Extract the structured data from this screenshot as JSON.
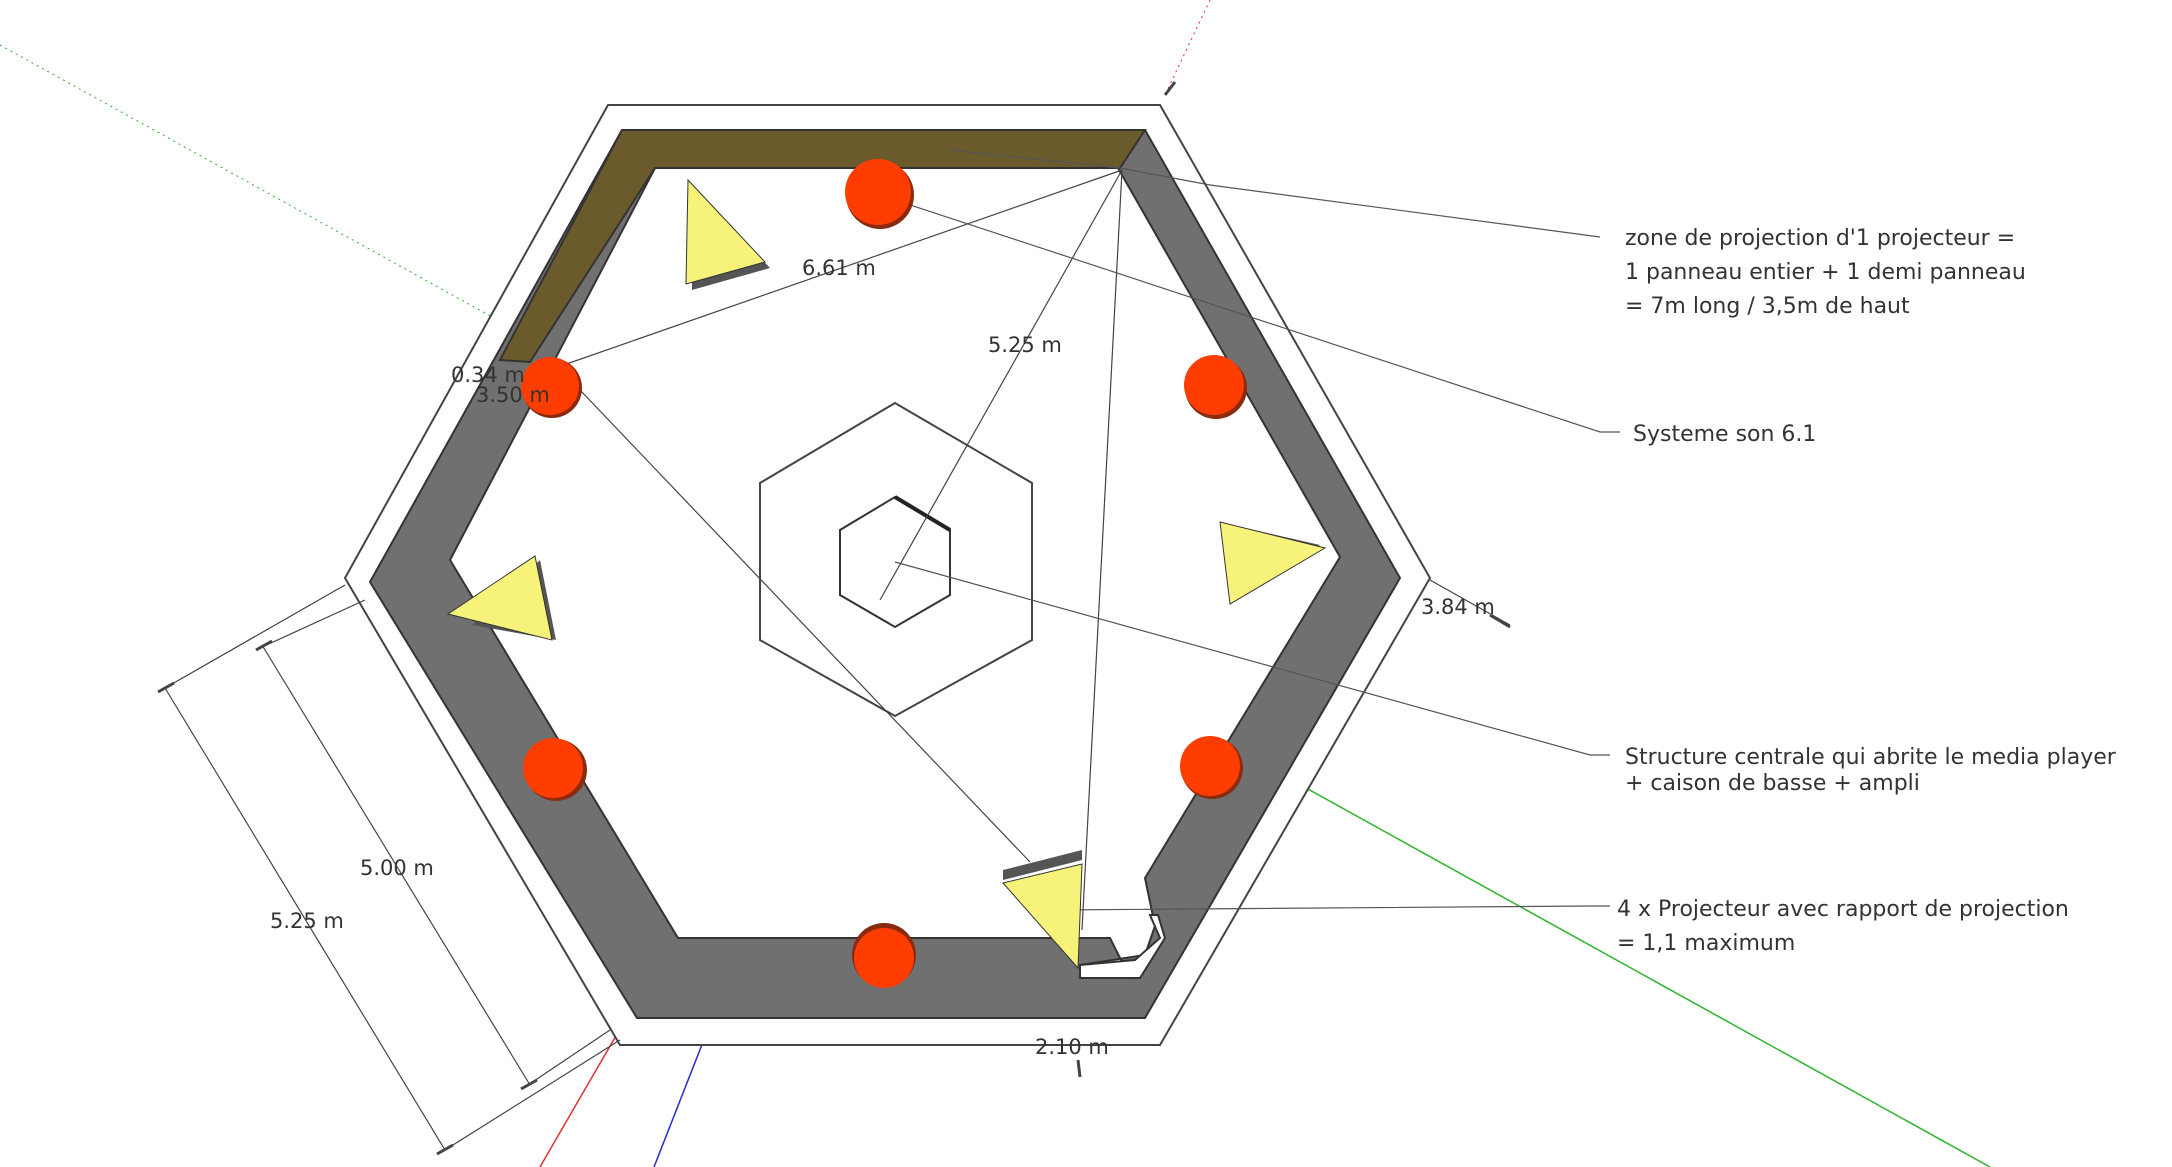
{
  "colors": {
    "background": "#ffffff",
    "wall_gray": "#6e6e6e",
    "wall_dark": "#3a3a3a",
    "wall_brown": "#6b5a2c",
    "speaker": "#ff3d00",
    "speaker_shadow": "#8a2a10",
    "projector": "#f7f37a",
    "axis_red": "#e03030",
    "axis_green": "#2bb32b",
    "axis_blue": "#2a2acc",
    "leader_line": "#555555"
  },
  "icons": {
    "speaker": "red-circle-speaker-icon",
    "projector": "yellow-triangle-projector-icon"
  },
  "dimensions": {
    "projection_diag": "6.61 m",
    "center_diag": "5.25 m",
    "wall_thickness": "0.34 m",
    "panel_height": "3.50 m",
    "right_edge": "3.84 m",
    "inner_side": "5.00 m",
    "outer_side": "5.25 m",
    "bottom_gap": "2.10 m"
  },
  "annotations": {
    "projection_zone": {
      "line1": "zone de projection d'1 projecteur =",
      "line2": "1 panneau entier + 1 demi panneau",
      "line3": "= 7m long / 3,5m de haut"
    },
    "sound_system": {
      "line1": "Systeme son 6.1"
    },
    "central_structure": {
      "line1": "Structure centrale qui abrite le media player",
      "line2": "+ caison de basse + ampli"
    },
    "projectors": {
      "line1": "4 x Projecteur avec rapport de projection",
      "line2": "= 1,1 maximum"
    }
  }
}
